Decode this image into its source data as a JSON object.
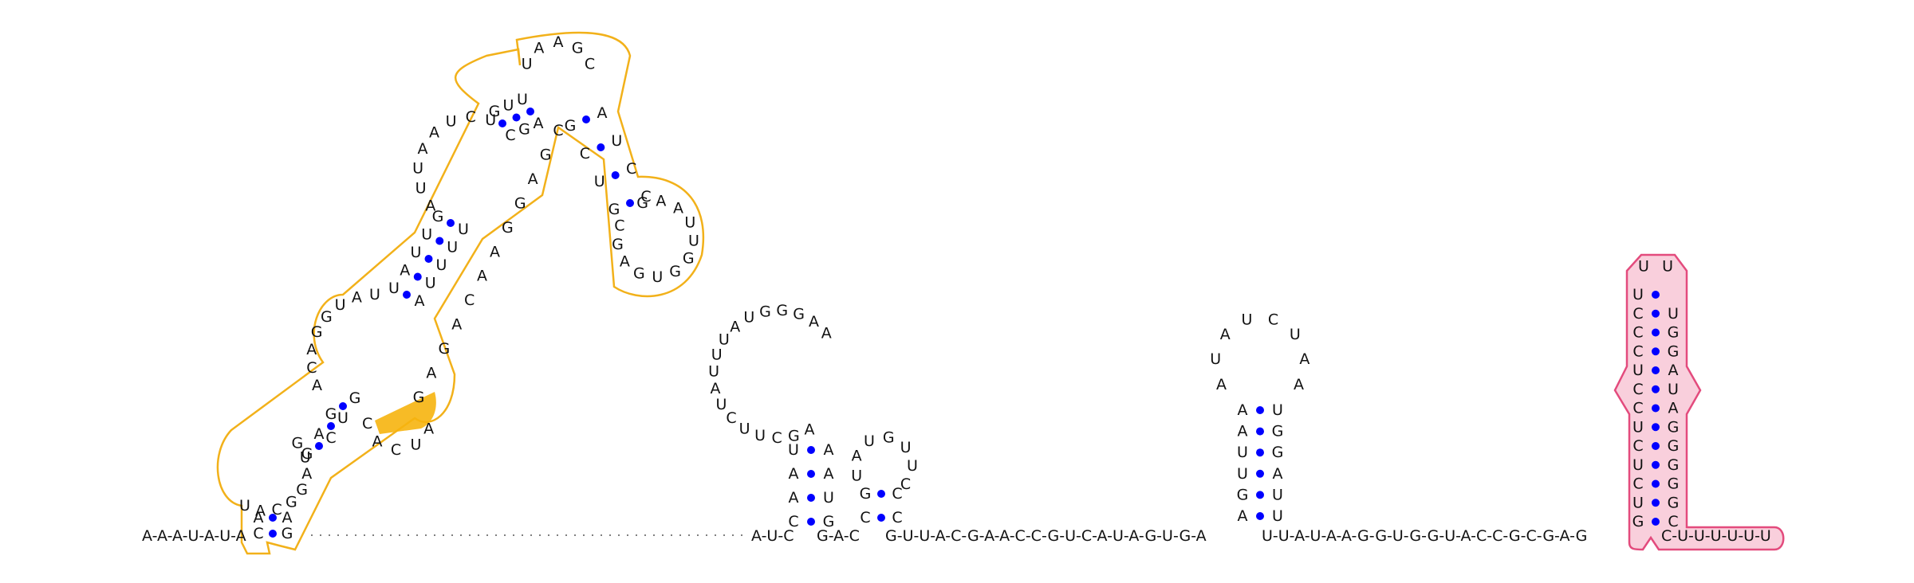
{
  "colors": {
    "background": "#ffffff",
    "base": "#111111",
    "pair_dot": "#0000ff",
    "highlight_yellow_stroke": "#f2b11a",
    "highlight_yellow_fill": "#f6b40e",
    "highlight_pink_stroke": "#e34b7d",
    "highlight_pink_fill": "#f9cfdc"
  },
  "sequence": {
    "five_prime_tail": "A-A-A-U-A-U-A",
    "three_prime_tail": "C-U-U-U-U-U-U",
    "linker_1": "A-U-C",
    "linker_2": "G-A-C",
    "linker_3": "G-U-U-A-C-G-A-A-C-C-G-U-C-A-U-A-G-U-G-A",
    "linker_4": "U-U-A-U-A-A-G-G-U-G-G-U-A-C-C-G-C-G-A-G"
  },
  "structures": {
    "big_yellow_domain": {
      "stem_1": {
        "left": [
          "C",
          "A"
        ],
        "right": [
          "G",
          "A"
        ]
      },
      "loop_1": [
        "U",
        "A",
        "C",
        "G",
        "G",
        "A",
        "U",
        "G"
      ],
      "stem_2": {
        "left": [
          "G",
          "A",
          "G"
        ],
        "right": [
          "C",
          "U",
          "G"
        ]
      },
      "loop_2": [
        "C",
        "A",
        "C",
        "U",
        "A"
      ],
      "interior_left": [
        "A",
        "C",
        "A",
        "G",
        "G",
        "U",
        "A",
        "U"
      ],
      "stem_3": {
        "left": [
          "U",
          "A",
          "U",
          "U",
          "G"
        ],
        "right": [
          "A",
          "U",
          "U",
          "U",
          "U"
        ]
      },
      "loop_3": [
        "A",
        "U",
        "U",
        "A",
        "A",
        "U",
        "C",
        "U"
      ],
      "stem_4": {
        "left": [
          "G",
          "U",
          "U"
        ],
        "right": [
          "C",
          "G",
          "A"
        ]
      },
      "apical_loop": [
        "U",
        "A",
        "A",
        "G",
        "C"
      ],
      "stem_5": {
        "left": [
          "G",
          "C",
          "U",
          "G"
        ],
        "right": [
          "A",
          "U",
          "C",
          "C"
        ]
      },
      "side_loop": [
        "G",
        "A",
        "A",
        "U",
        "U",
        "G",
        "G",
        "U",
        "G",
        "A",
        "G",
        "C"
      ],
      "right_strand": [
        "G",
        "A",
        "G",
        "A",
        "C",
        "A",
        "A",
        "G",
        "G",
        "A",
        "G",
        "C"
      ]
    },
    "hairpin_1": {
      "stem": {
        "left": [
          "C",
          "A",
          "A",
          "U"
        ],
        "right": [
          "G",
          "U",
          "A",
          "A"
        ]
      },
      "loop": [
        "A",
        "G",
        "C",
        "U",
        "U",
        "C",
        "U",
        "A",
        "U",
        "U",
        "U",
        "A",
        "U",
        "G",
        "G",
        "G",
        "A",
        "A"
      ]
    },
    "hairpin_2": {
      "stem": {
        "left": [
          "C",
          "G"
        ],
        "right": [
          "C",
          "C"
        ]
      },
      "loop": [
        "U",
        "A",
        "U",
        "G",
        "U",
        "U",
        "C"
      ]
    },
    "hairpin_3": {
      "stem": {
        "left": [
          "A",
          "G",
          "U",
          "U",
          "A",
          "A"
        ],
        "right": [
          "U",
          "U",
          "A",
          "G",
          "G",
          "U"
        ]
      },
      "loop": [
        "A",
        "U",
        "A",
        "U",
        "C",
        "U",
        "A",
        "A"
      ]
    },
    "pink_hairpin": {
      "left_strand": [
        "G",
        "U",
        "C",
        "U",
        "C",
        "U",
        "C",
        "C",
        "U",
        "C",
        "C",
        "C",
        "U"
      ],
      "right_strand": [
        "C",
        "G",
        "G",
        "G",
        "G",
        "G",
        "A",
        "U",
        "A",
        "G",
        "G",
        "U"
      ],
      "loop": [
        "U",
        "U"
      ]
    }
  }
}
